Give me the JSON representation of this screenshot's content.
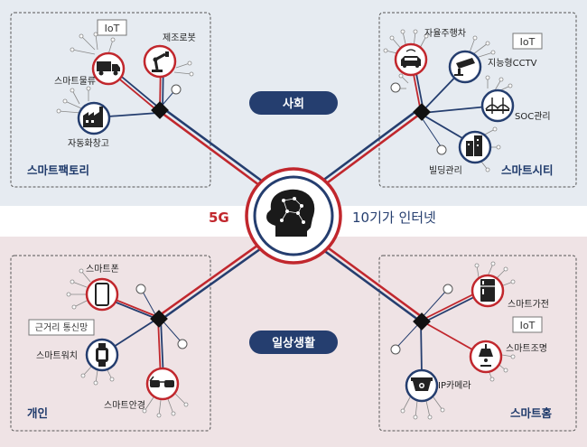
{
  "colors": {
    "top_bg": "#e6ebf1",
    "bottom_bg": "#efe3e5",
    "red": "#c1272d",
    "navy": "#253e6f",
    "section_label": "#1f3a6b",
    "center_red_label": "#c1272d",
    "center_navy_label": "#253e6f"
  },
  "pills": {
    "society": "사회",
    "daily_life": "일상생활"
  },
  "center": {
    "label_5g": "5G",
    "label_internet": "10기가 인터넷",
    "icon": "ai-brain-icon"
  },
  "quadrants": {
    "smart_factory": {
      "title": "스마트팩토리",
      "badge": "IoT",
      "nodes": {
        "robot": "제조로봇",
        "logistics": "스마트물류",
        "warehouse": "자동화창고"
      },
      "icons": {
        "robot": "robot-arm-icon",
        "logistics": "truck-icon",
        "warehouse": "factory-icon"
      }
    },
    "smart_city": {
      "title": "스마트시티",
      "badge": "IoT",
      "nodes": {
        "car": "자율주행차",
        "cctv": "지능형CCTV",
        "soc": "SOC관리",
        "building": "빌딩관리"
      },
      "icons": {
        "car": "car-icon",
        "cctv": "cctv-icon",
        "soc": "bridge-icon",
        "building": "building-icon"
      }
    },
    "personal": {
      "title": "개인",
      "badge": "근거리 통신망",
      "nodes": {
        "phone": "스마트폰",
        "watch": "스마트워치",
        "glasses": "스마트안경"
      },
      "icons": {
        "phone": "smartphone-icon",
        "watch": "smartwatch-icon",
        "glasses": "smart-glasses-icon"
      }
    },
    "smart_home": {
      "title": "스마트홈",
      "badge": "IoT",
      "nodes": {
        "appliance": "스마트가전",
        "lighting": "스마트조명",
        "camera": "IP카메라"
      },
      "icons": {
        "appliance": "refrigerator-icon",
        "lighting": "lamp-icon",
        "camera": "ip-camera-icon"
      }
    }
  }
}
